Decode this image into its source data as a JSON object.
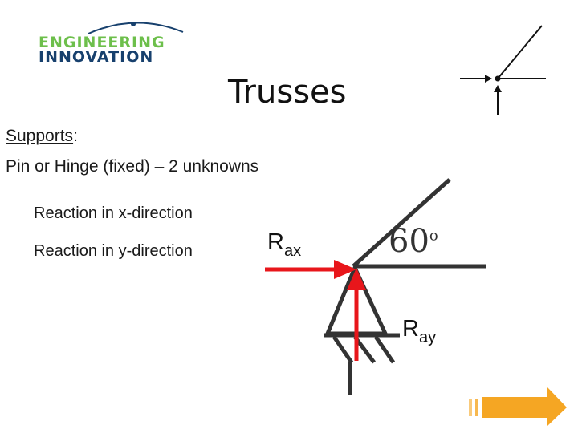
{
  "logo": {
    "line1": "ENGINEERING",
    "line2": "INNOVATION",
    "colors": {
      "line1": "#6dbf4b",
      "line2": "#17406d"
    }
  },
  "title": "Trusses",
  "supports_label": "Supports",
  "supports_colon": ":",
  "pin_text": "Pin or Hinge (fixed) – 2 unknowns",
  "reactions": [
    "Reaction in x-direction",
    "Reaction in y-direction"
  ],
  "diagram": {
    "angle_label": "60",
    "angle_unit": "o",
    "rax": {
      "base": "R",
      "sub": "ax"
    },
    "ray": {
      "base": "R",
      "sub": "ay"
    },
    "arrow_color": "#e8161b"
  },
  "nav": {
    "icon": "next-arrow-icon",
    "color": "#f5a623"
  }
}
